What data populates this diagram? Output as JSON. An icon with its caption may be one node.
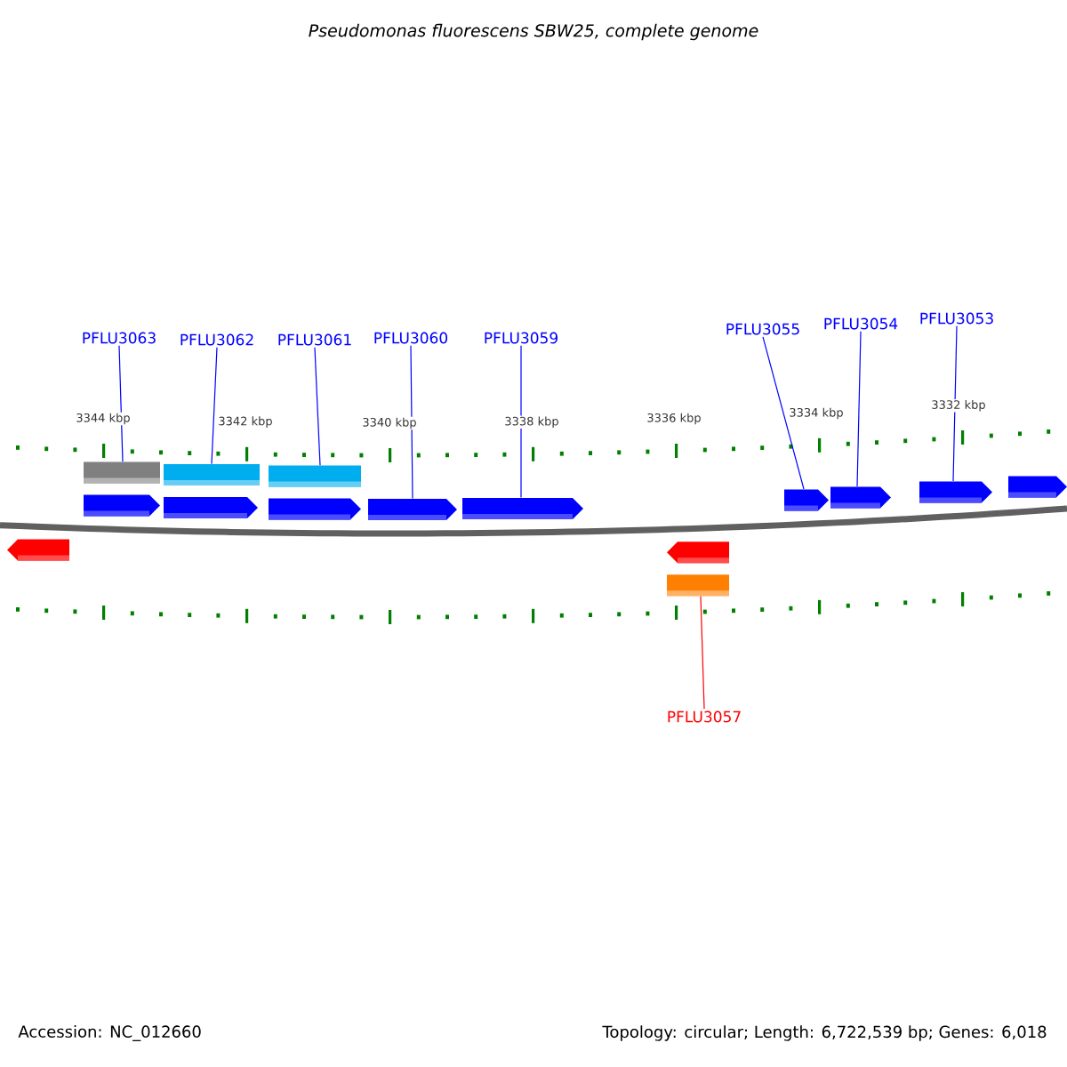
{
  "diagram": {
    "title": "Pseudomonas fluorescens SBW25, complete genome",
    "nodes": [
      {
        "text": [
          "PFLU3063"
        ]
      },
      {
        "text": [
          "PFLU3062"
        ]
      },
      {
        "text": [
          "PFLU3061"
        ]
      },
      {
        "text": [
          "PFLU3060"
        ]
      },
      {
        "text": [
          "PFLU3059"
        ]
      },
      {
        "text": [
          "PFLU3055"
        ]
      },
      {
        "text": [
          "PFLU3054"
        ]
      },
      {
        "text": [
          "PFLU3053"
        ]
      },
      {
        "text": [
          "PFLU3057"
        ]
      },
      {
        "text": [],
        "shape": "box"
      },
      {
        "text": [],
        "shape": "box"
      },
      {
        "text": [],
        "shape": "box"
      },
      {
        "text": [],
        "shape": "bar"
      },
      {
        "text": [],
        "shape": "bar"
      },
      {
        "text": [],
        "shape": "bar"
      },
      {
        "text": [],
        "shape": "bar"
      },
      {
        "text": [],
        "shape": "bar"
      },
      {
        "text": [],
        "shape": "bar"
      },
      {
        "text": [],
        "shape": "bar"
      },
      {
        "text": [],
        "shape": "bar"
      },
      {
        "text": [],
        "shape": "bar"
      },
      {
        "text": [],
        "shape": "bar"
      },
      {
        "text": [],
        "shape": "bar"
      },
      {
        "text": [],
        "shape": "box"
      }
    ],
    "edges": [
      {
        "from": 0,
        "to": 9,
        "arrow": "none"
      },
      {
        "from": 1,
        "to": 10,
        "arrow": "none"
      },
      {
        "from": 2,
        "to": 11,
        "arrow": "none"
      },
      {
        "from": 3,
        "to": 15,
        "arrow": "none"
      },
      {
        "from": 4,
        "to": 16,
        "arrow": "none"
      },
      {
        "from": 5,
        "to": 17,
        "arrow": "none"
      },
      {
        "from": 6,
        "to": 18,
        "arrow": "none"
      },
      {
        "from": 7,
        "to": 19,
        "arrow": "none"
      },
      {
        "from": 8,
        "to": 23,
        "arrow": "none",
        "color": "#ff0000"
      }
    ],
    "labels": [
      "3344 kbp",
      "3342 kbp",
      "3340 kbp",
      "3338 kbp",
      "3336 kbp",
      "3334 kbp",
      "3332 kbp",
      "Accession: NC_012660",
      "Topology: circular; Length: 6,722,539 bp; Genes: 6,018"
    ]
  }
}
